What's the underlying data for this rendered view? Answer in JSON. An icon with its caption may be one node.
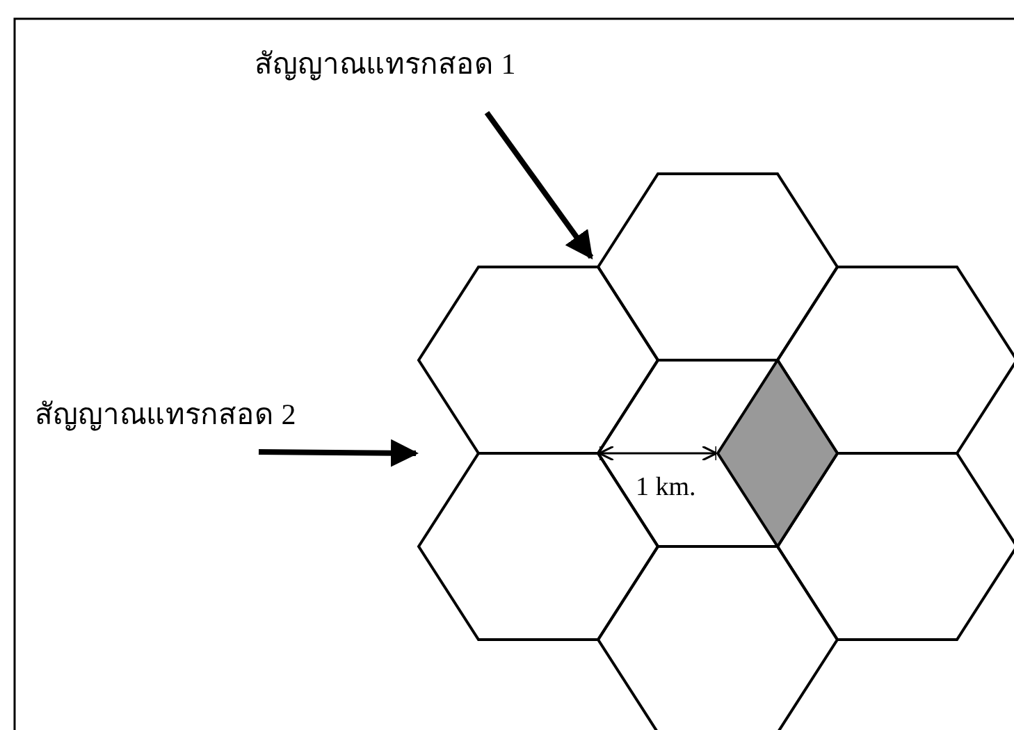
{
  "diagram": {
    "nodes": [
      {
        "text": [
          "สัญญาณแทรกสอด 1"
        ]
      },
      {
        "text": [
          "สัญญาณแทรกสอด 2"
        ]
      }
    ],
    "edges": [
      {
        "from": 0,
        "to": null,
        "arrow": "to"
      },
      {
        "from": 1,
        "to": null,
        "arrow": "to"
      }
    ],
    "labels": [
      "1 km."
    ]
  }
}
